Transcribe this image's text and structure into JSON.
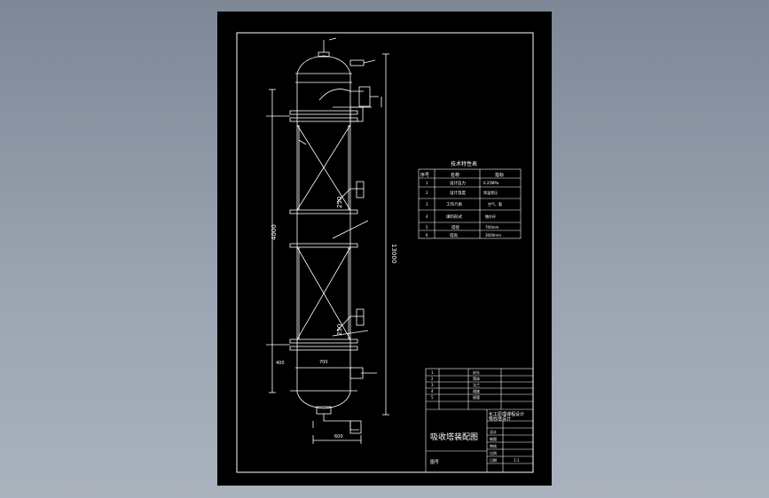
{
  "drawing": {
    "title": "吸收塔装配图",
    "dims": {
      "overall_height": "13000",
      "section_height": "4000",
      "inlet_gap_upper": "250",
      "inlet_gap_lower": "250",
      "dim_700": "700",
      "dim_400": "400",
      "dim_base": "600"
    },
    "spec_table": {
      "title": "技术特性表",
      "headers": [
        "序号",
        "名称",
        "指标"
      ],
      "rows": [
        {
          "no": "1",
          "name": "设计压力",
          "value": "0.25MPa"
        },
        {
          "no": "2",
          "name": "设计温度",
          "value": "常温常压"
        },
        {
          "no": "3",
          "name": "工作介质",
          "value": "空气、氨"
        },
        {
          "no": "4",
          "name": "填料形式",
          "value": "鲍尔环"
        },
        {
          "no": "5",
          "name": "塔径",
          "value": "700mm"
        },
        {
          "no": "6",
          "name": "塔高",
          "value": "3000mm"
        }
      ]
    },
    "title_block": {
      "parts_rows": [
        {
          "no": "1",
          "name": "封头"
        },
        {
          "no": "2",
          "name": "筒体"
        },
        {
          "no": "3",
          "name": "法兰"
        },
        {
          "no": "4",
          "name": "裙座"
        },
        {
          "no": "5",
          "name": "接管"
        }
      ],
      "school": "化工原理课程设计",
      "subtitle": "吸收塔设计",
      "drawing_title": "吸收塔装配图",
      "sign_labels": [
        "设计",
        "制图",
        "审核",
        "比例",
        "日期"
      ],
      "ratio": "1:1",
      "corner": "图号"
    }
  }
}
